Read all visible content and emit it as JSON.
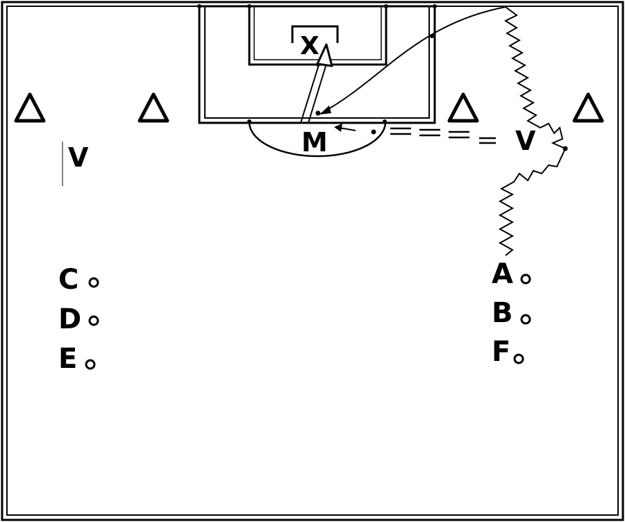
{
  "labels": {
    "shooter": "X",
    "middle": "M",
    "wing_right": "V",
    "wing_left": "V",
    "queue_right": [
      "A",
      "B",
      "F"
    ],
    "queue_left": [
      "C",
      "D",
      "E"
    ]
  },
  "icons": {
    "cone": "cone-icon",
    "ball": "ball-icon"
  },
  "colors": {
    "line": "#000000",
    "court_bg": "#ffffff"
  }
}
